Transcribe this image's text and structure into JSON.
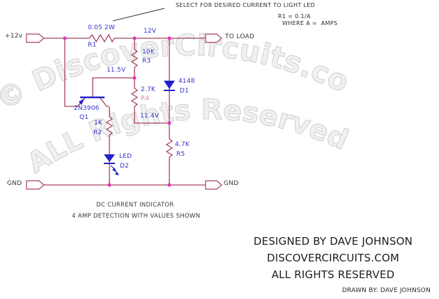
{
  "schematic": {
    "ports": {
      "vin": "+12v",
      "to_load": "TO LOAD",
      "gnd_left": "GND",
      "gnd_right": "GND"
    },
    "nets": {
      "v12": "12V",
      "v11_5": "11.5V",
      "v11_4": "11.4V"
    },
    "components": {
      "r1": {
        "value": "0.05 2W",
        "ref": "R1"
      },
      "r2": {
        "value": "1K",
        "ref": "R2"
      },
      "r3": {
        "value": "10K",
        "ref": "R3"
      },
      "r4": {
        "value": "2.7K",
        "ref": "R4"
      },
      "r5": {
        "value": "4.7K",
        "ref": "R5"
      },
      "q1": {
        "value": "2N3906",
        "ref": "Q1"
      },
      "d1": {
        "value": "4148",
        "ref": "D1"
      },
      "d2": {
        "value": "LED",
        "ref": "D2"
      }
    },
    "annotations": {
      "select_note": "SELECT FOR DESIRED CURRENT TO LIGHT LED",
      "formula_line1": "R1 = 0.1/A",
      "formula_line2": "WHERE A =  AMPS"
    },
    "captions": {
      "title": "DC CURRENT INDICATOR",
      "subtitle": "4 AMP DETECTION WITH VALUES SHOWN"
    }
  },
  "credits": {
    "line1": "DESIGNED BY DAVE JOHNSON",
    "line2": "DISCOVERCIRCUITS.COM",
    "line3": "ALL RIGHTS RESERVED",
    "drawn_by": "DRAWN BY: DAVE JOHNSON"
  },
  "watermark": {
    "line1": "© DiscoverCircuits.com",
    "line2": "ALL Rights Reserved"
  },
  "colors": {
    "wire": "#a8405a",
    "junction": "#e03ab8",
    "symbol": "#2222cc",
    "label": "#3333cc",
    "r4_label": "#dd87ae",
    "watermark": "#efefef"
  }
}
